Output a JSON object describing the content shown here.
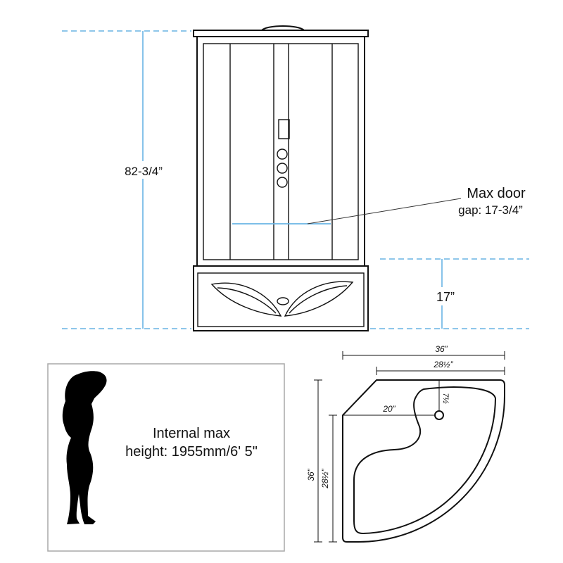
{
  "elevation": {
    "height_label": "82-3/4”",
    "door_gap_line1": "Max door",
    "door_gap_line2": "gap: 17-3/4”",
    "tray_height_label": "17”"
  },
  "plan": {
    "outer_width_label": "36”",
    "inner_width_label": "28½”",
    "drain_offset_label": "20”",
    "drain_depth_label": "7½",
    "outer_depth_label": "36”",
    "inner_depth_label": "28½”"
  },
  "height_box": {
    "line1": "Internal max",
    "line2": "height: 1955mm/6' 5\""
  },
  "colors": {
    "dimension": "#69b4e4",
    "outline": "#111111",
    "box_border": "#a8a8a8"
  }
}
